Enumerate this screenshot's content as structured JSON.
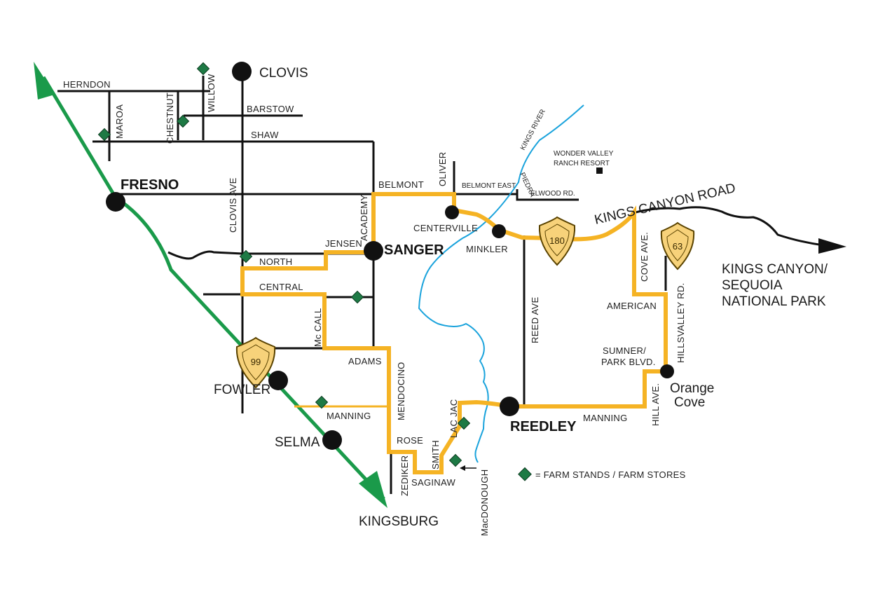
{
  "colors": {
    "route_highlight": "#f5b324",
    "highway_99": "#1a9a4a",
    "river": "#1aa3dc",
    "farm_stand": "#1e7a45",
    "road": "#111111",
    "shield_fill": "#f7d27a"
  },
  "cities": {
    "clovis": "CLOVIS",
    "fresno": "FRESNO",
    "sanger": "SANGER",
    "centerville": "CENTERVILLE",
    "minkler": "MINKLER",
    "fowler": "FOWLER",
    "selma": "SELMA",
    "kingsburg": "KINGSBURG",
    "reedley": "REEDLEY",
    "orange_cove_1": "Orange",
    "orange_cove_2": "Cove"
  },
  "roads": {
    "herndon": "HERNDON",
    "maroa": "MAROA",
    "chestnut": "CHESTNUT",
    "willow": "WILLOW",
    "barstow": "BARSTOW",
    "shaw": "SHAW",
    "clovis_ave": "CLOVIS AVE",
    "belmont": "BELMONT",
    "academy": "ACADEMY",
    "oliver": "OLIVER",
    "belmont_east": "BELMONT EAST",
    "piedra": "PIEDRA",
    "elwood": "ELWOOD RD.",
    "kings_canyon_road": "KINGS CANYON ROAD",
    "jensen": "JENSEN",
    "north": "NORTH",
    "central": "CENTRAL",
    "mccall": "Mc CALL",
    "adams": "ADAMS",
    "mendocino": "MENDOCINO",
    "manning_west": "MANNING",
    "rose": "ROSE",
    "smith": "SMITH",
    "zediker": "ZEDIKER",
    "saginaw": "SAGINAW",
    "lac_jac": "LAC JAC",
    "macdonough": "MacDONOUGH",
    "reed_ave": "REED AVE",
    "manning_east": "MANNING",
    "hill_ave": "HILL AVE.",
    "sumner_1": "SUMNER/",
    "sumner_2": "PARK BLVD.",
    "american": "AMERICAN",
    "cove_ave": "COVE AVE.",
    "hillsvalley": "HILLSVALLEY RD."
  },
  "features": {
    "kings_river": "KINGS RIVER",
    "wonder_valley_1": "WONDER VALLEY",
    "wonder_valley_2": "RANCH RESORT",
    "destination_1": "KINGS CANYON/",
    "destination_2": "SEQUOIA",
    "destination_3": "NATIONAL PARK"
  },
  "shields": {
    "hwy_180": "180",
    "hwy_63": "63",
    "hwy_99": "99"
  },
  "legend": {
    "farm_stands": "= FARM STANDS / FARM STORES"
  }
}
